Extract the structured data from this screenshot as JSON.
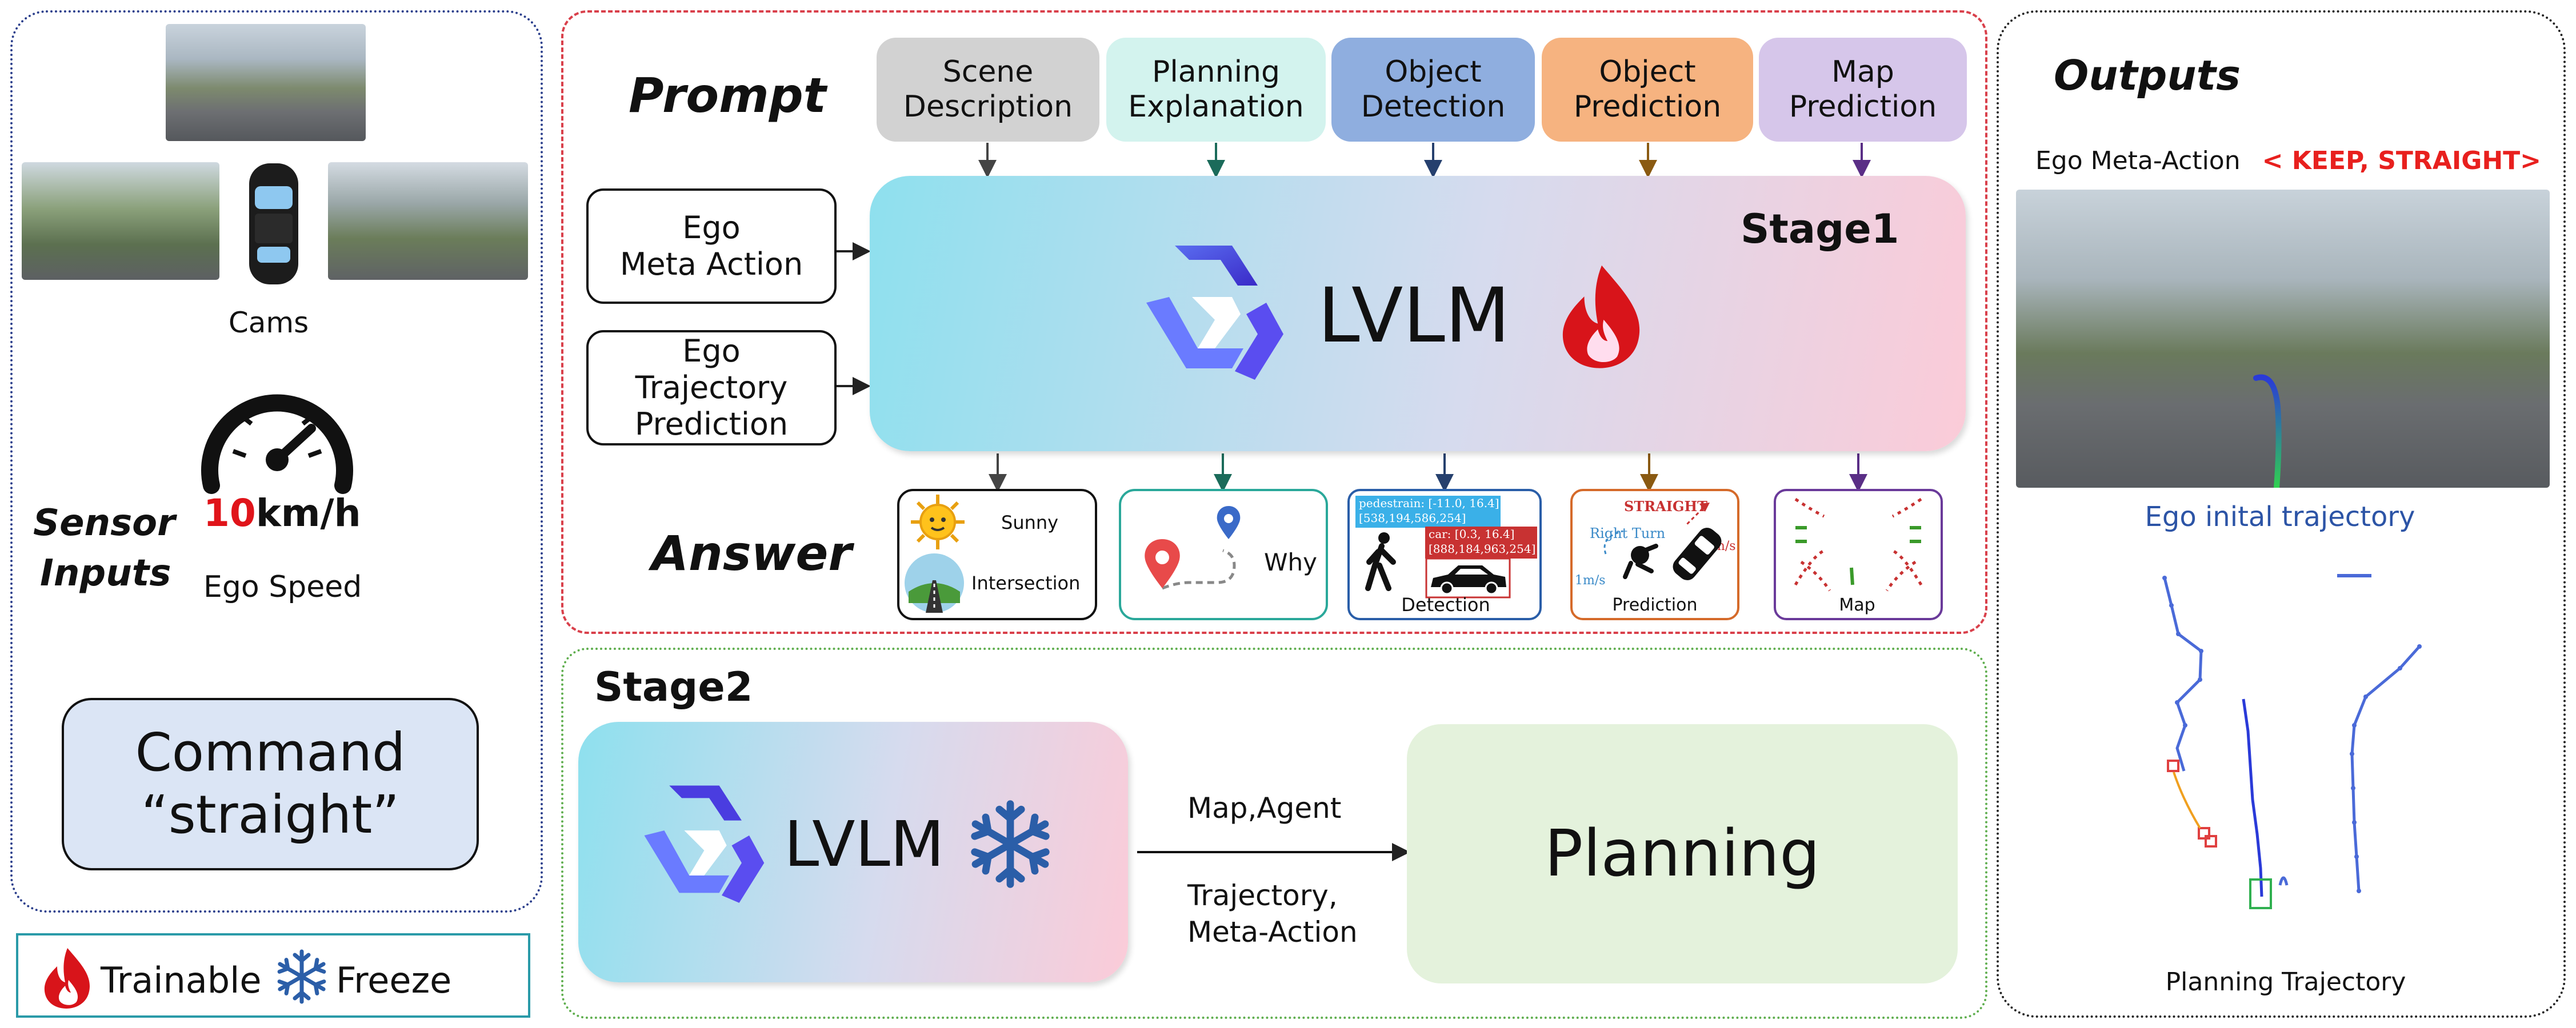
{
  "sensor": {
    "cams_label": "Cams",
    "speed_value": "10",
    "speed_unit": "km/h",
    "speed_label": "Ego Speed",
    "title_line1": "Sensor",
    "title_line2": "Inputs",
    "command_line1": "Command",
    "command_line2": "“straight”"
  },
  "legend": {
    "trainable": "Trainable",
    "freeze": "Freeze"
  },
  "stage1": {
    "prompt_label": "Prompt",
    "answer_label": "Answer",
    "stage_label": "Stage1",
    "model_label": "LVLM",
    "prompt_boxes": [
      {
        "text": "Scene\nDescription",
        "color": "#d2d2d2",
        "arrow": "#444444"
      },
      {
        "text": "Planning\nExplanation",
        "color": "#d3f3ee",
        "arrow": "#1b6b5a"
      },
      {
        "text": "Object\nDetection",
        "color": "#8faedf",
        "arrow": "#26406e"
      },
      {
        "text": "Object\nPrediction",
        "color": "#f6b380",
        "arrow": "#8a5a12"
      },
      {
        "text": "Map\nPrediction",
        "color": "#d6c6ea",
        "arrow": "#5a2e86"
      }
    ],
    "inputs": [
      {
        "text": "Ego\nMeta Action"
      },
      {
        "text": "Ego\nTrajectory\nPrediction"
      }
    ],
    "answers": {
      "scene": {
        "sunny": "Sunny",
        "intersection": "Intersection",
        "border": "#111111"
      },
      "why": {
        "label": "Why",
        "border": "#2aa89a"
      },
      "detection": {
        "label": "Detection",
        "border": "#2a5ea8",
        "ped_line1": "pedestrain: [-11.0, 16.4]",
        "ped_line2": "[538,194,586,254]",
        "car_line1": "car: [0.3, 16.4]",
        "car_line2": "[888,184,963,254]"
      },
      "prediction": {
        "label": "Prediction",
        "border": "#d56a2a",
        "straight": "STRAIGHT",
        "right_turn": "Right Turn",
        "speed1": "5m/s",
        "speed2": "1m/s"
      },
      "map": {
        "label": "Map",
        "border": "#6a3a9a"
      }
    }
  },
  "stage2": {
    "stage_label": "Stage2",
    "model_label": "LVLM",
    "arrow_top": "Map,Agent",
    "arrow_bottom_line1": "Trajectory,",
    "arrow_bottom_line2": "Meta-Action",
    "planning_label": "Planning"
  },
  "outputs": {
    "title": "Outputs",
    "meta_action_label": "Ego Meta-Action",
    "meta_action_value": "< KEEP, STRAIGHT>",
    "ego_traj_caption": "Ego inital trajectory",
    "plan_caption": "Planning Trajectory"
  },
  "colors": {
    "left_border": "#2b3f8c",
    "stage1_border": "#d9404b",
    "stage2_border": "#5fae4e",
    "outputs_border": "#222222",
    "legend_border": "#2a9aa8",
    "command_fill": "#dbe5f5",
    "planning_fill": "#e4f2dc",
    "speed_red": "#e0141a",
    "meta_red": "#e8201e",
    "caption_blue": "#2c54a6"
  }
}
